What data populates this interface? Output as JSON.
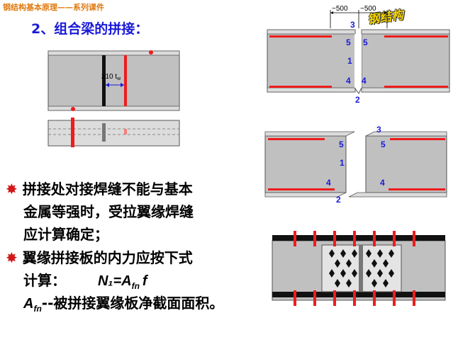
{
  "header": {
    "course_title": "钢结构基本原理——系列课件",
    "logo_text": "钢结构"
  },
  "slide": {
    "heading": "2、组合梁的拼接：",
    "bullets": [
      {
        "lines": [
          "拼接处对接焊缝不能与基本",
          "金属等强时，受拉翼缘焊缝",
          "应计算确定；"
        ]
      },
      {
        "lines": [
          "翼缘拼接板的内力应按下式",
          "计算："
        ],
        "formula": "N₁=A",
        "formula_sub": "fn",
        "formula_tail": "f",
        "definition_symbol": "A",
        "definition_sub": "fn",
        "definition_text": "--被拼接翼缘板净截面面积。"
      }
    ]
  },
  "figures": {
    "left_dimension": "≥10 t",
    "left_dimension_sub": "w",
    "top_dimensions": [
      "~500",
      "~500"
    ],
    "right_top_labels": {
      "top": "3",
      "upper_left": "5",
      "upper_right": "5",
      "middle": "1",
      "lower_left": "4",
      "lower_right": "4",
      "bottom": "2"
    },
    "right_mid_labels": {
      "top": "3",
      "upper_left": "5",
      "upper_right": "5",
      "middle": "1",
      "lower_left": "4",
      "lower_right": "4",
      "bottom": "2"
    }
  },
  "colors": {
    "weld_red": "#ee1c1c",
    "plate_gray": "#c0c0c0",
    "heading_blue": "#1a1ad8",
    "header_orange": "#e07a10",
    "logo_yellow": "#f5d400"
  }
}
